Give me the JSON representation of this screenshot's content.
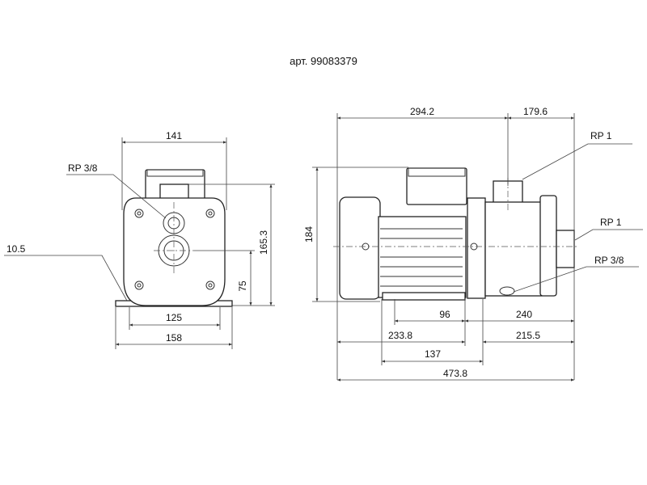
{
  "title": "арт. 99083379",
  "front_view": {
    "width_top": "141",
    "label_port": "RP 3/8",
    "foot_thickness": "10.5",
    "foot_hole_spacing": "125",
    "base_width": "158",
    "total_height": "165.3",
    "inlet_height": "75"
  },
  "side_view": {
    "motor_length": "294.2",
    "outlet_offset": "179.6",
    "label_outlet_top": "RP 1",
    "label_inlet_front": "RP 1",
    "label_drain": "RP 3/8",
    "height": "184",
    "foot_width": "96",
    "dim_240": "240",
    "dim_233_8": "233.8",
    "dim_215_5": "215.5",
    "foot_span": "137",
    "total_length": "473.8"
  }
}
